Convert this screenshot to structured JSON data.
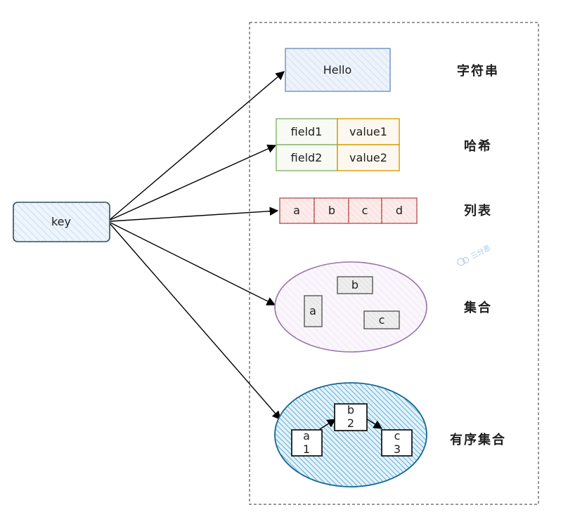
{
  "key_label": "key",
  "types": {
    "string": {
      "label": "字符串",
      "value": "Hello"
    },
    "hash": {
      "label": "哈希",
      "rows": [
        {
          "field": "field1",
          "value": "value1"
        },
        {
          "field": "field2",
          "value": "value2"
        }
      ]
    },
    "list": {
      "label": "列表",
      "items": [
        "a",
        "b",
        "c",
        "d"
      ]
    },
    "set": {
      "label": "集合",
      "items": [
        "a",
        "b",
        "c"
      ]
    },
    "zset": {
      "label": "有序集合",
      "items": [
        {
          "member": "a",
          "score": "1"
        },
        {
          "member": "b",
          "score": "2"
        },
        {
          "member": "c",
          "score": "3"
        }
      ]
    }
  },
  "watermark": "三分恶",
  "colors": {
    "string": "#6c8ebf",
    "hash_field": "#82b366",
    "hash_value": "#d79b00",
    "list": "#b85450",
    "set": "#9673a6",
    "zset": "#1b7fb3",
    "key_fill": "#dae8fc"
  }
}
